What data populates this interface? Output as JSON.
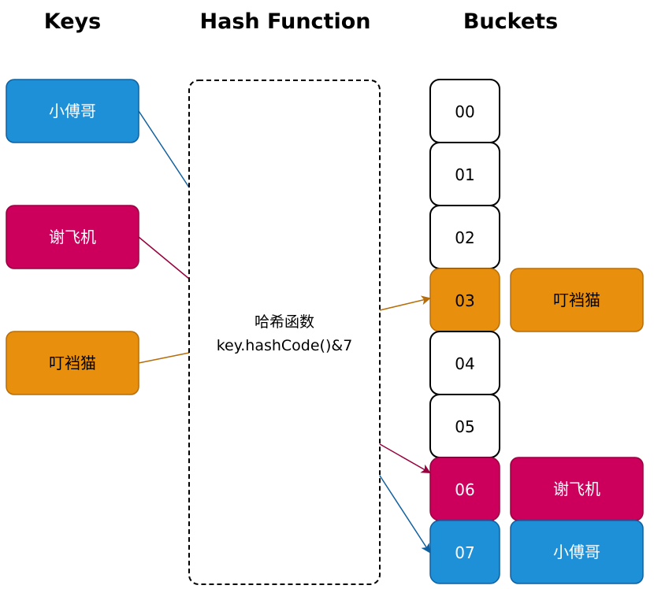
{
  "headings": {
    "keys": "Keys",
    "hash_function": "Hash Function",
    "buckets": "Buckets"
  },
  "colors": {
    "blue": "#1e90d8",
    "blue_stroke": "#10609f",
    "crimson": "#cc005c",
    "crimson_stroke": "#98003f",
    "orange": "#e8900e",
    "orange_stroke": "#b66d0a",
    "white": "#ffffff",
    "black": "#000000"
  },
  "keys": [
    {
      "label": "小傅哥",
      "color": "blue",
      "text_color": "#ffffff",
      "bucket": 7
    },
    {
      "label": "谢飞机",
      "color": "crimson",
      "text_color": "#ffffff",
      "bucket": 6
    },
    {
      "label": "叮裆猫",
      "color": "orange",
      "text_color": "#000000",
      "bucket": 3
    }
  ],
  "hash_function": {
    "line1": "哈希函数",
    "line2": "key.hashCode()&7"
  },
  "buckets": [
    {
      "index": "00",
      "color": "white",
      "text_color": "#000000"
    },
    {
      "index": "01",
      "color": "white",
      "text_color": "#000000"
    },
    {
      "index": "02",
      "color": "white",
      "text_color": "#000000"
    },
    {
      "index": "03",
      "color": "orange",
      "text_color": "#000000",
      "entry": "叮裆猫"
    },
    {
      "index": "04",
      "color": "white",
      "text_color": "#000000"
    },
    {
      "index": "05",
      "color": "white",
      "text_color": "#000000"
    },
    {
      "index": "06",
      "color": "crimson",
      "text_color": "#ffffff",
      "entry": "谢飞机"
    },
    {
      "index": "07",
      "color": "blue",
      "text_color": "#ffffff",
      "entry": "小傅哥"
    }
  ]
}
